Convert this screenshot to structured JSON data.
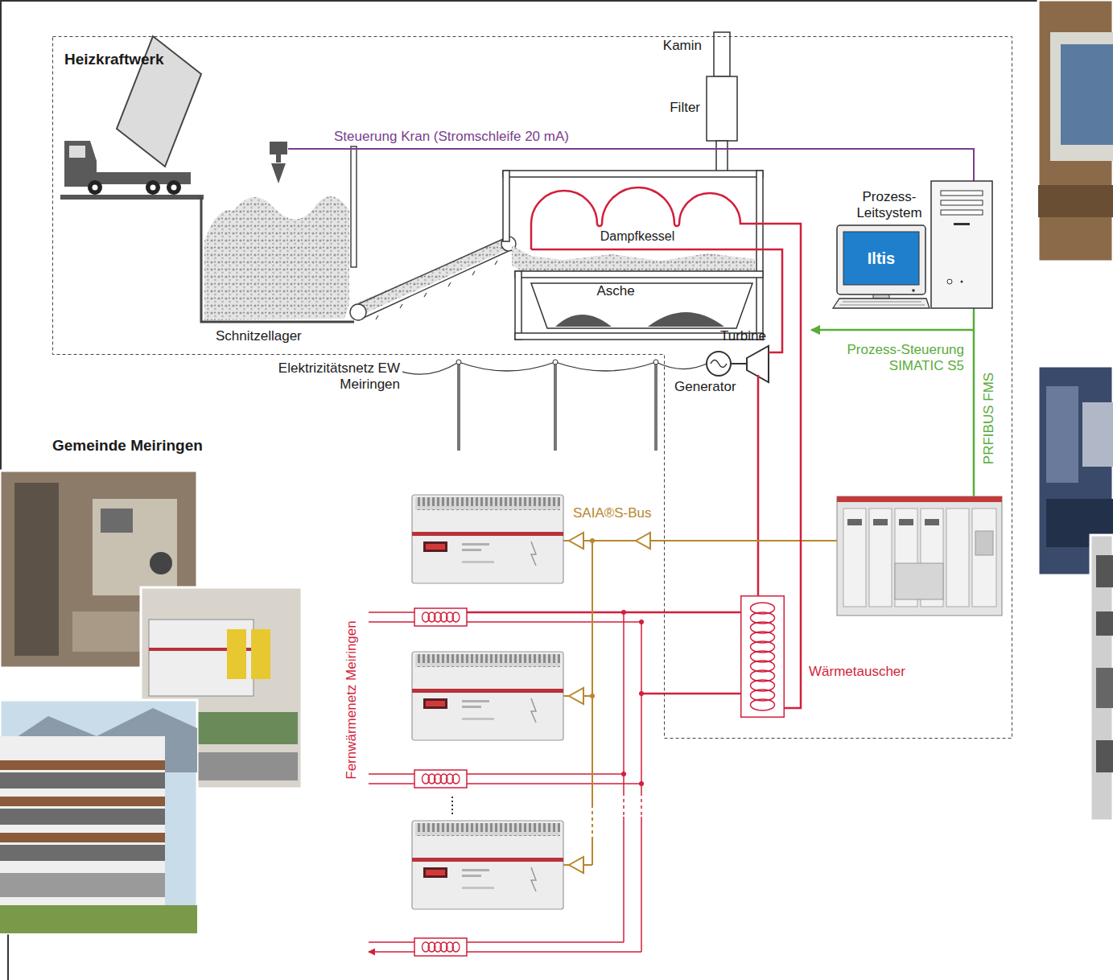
{
  "diagram": {
    "nodes": [
      {
        "text": [
          "Heizkraftwerk"
        ]
      },
      {
        "text": [
          "Dampfkessel"
        ],
        "in": 0
      },
      {
        "text": [
          "Prozess- Leitsystem",
          "Iltis"
        ],
        "in": 0
      },
      {
        "text": [
          "Wärmetauscher"
        ],
        "in": 0
      }
    ],
    "edges": [
      {
        "from": 1,
        "to": 3,
        "arrow": "none"
      }
    ],
    "labels": [
      "Kamin",
      "Filter",
      "Steuerung Kran (Stromschleife 20 mA)",
      "Schnitzellager",
      "Asche",
      "Turbine",
      "Elektrizitätsnetz EW Meiringen",
      "Generator",
      "Gemeinde Meiringen",
      "Prozess-Steuerung SIMATIC S5",
      "PRFIBUS FMS",
      "SAIA®S-Bus",
      "Fernwärmenetz Meiringen"
    ]
  }
}
